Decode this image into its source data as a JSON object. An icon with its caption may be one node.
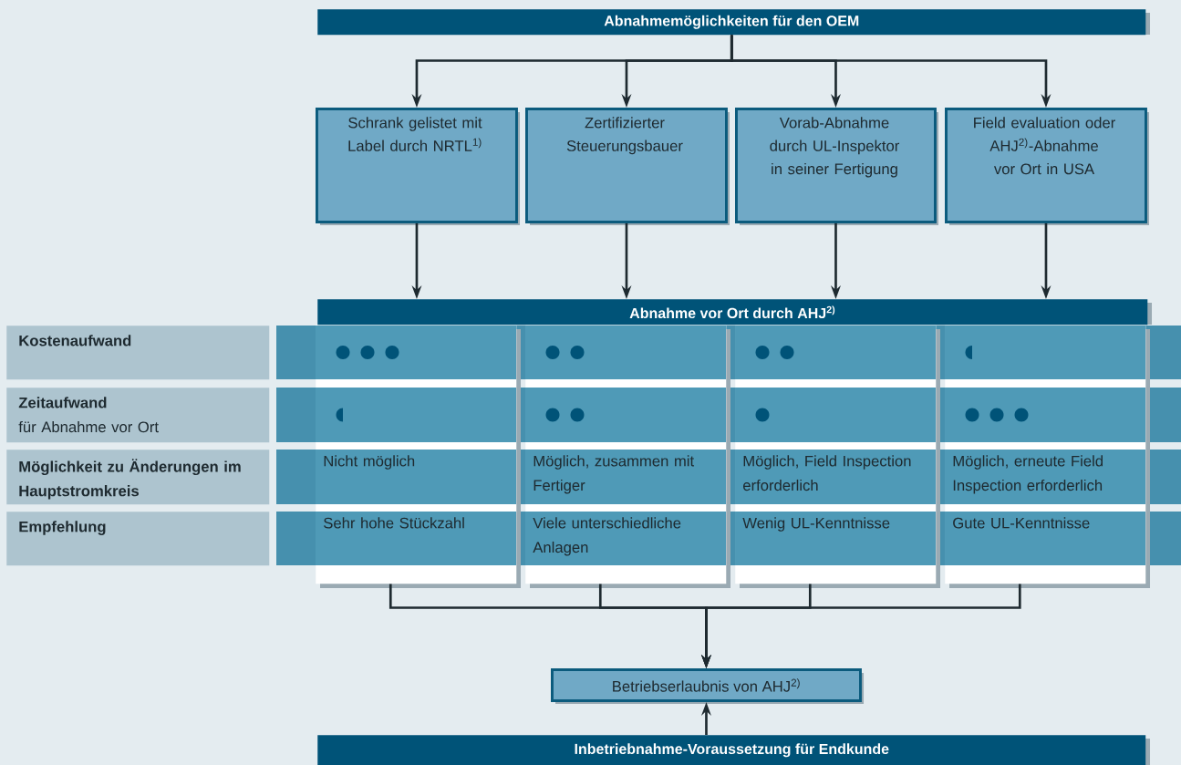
{
  "diagram": {
    "nodes": [
      {
        "text": [
          "Abnahmemöglichkeiten für den OEM"
        ]
      },
      {
        "text": [
          "Schrank gelistet mit Label durch NRTL$^{1)}$"
        ]
      },
      {
        "text": [
          "Zertifizierter Steuerungsbauer"
        ]
      },
      {
        "text": [
          "Vorab-Abnahme durch UL-Inspektor in seiner Fertigung"
        ]
      },
      {
        "text": [
          "Field evaluation oder AHJ$^{2)}$-Abnahme vor Ort in USA"
        ]
      },
      {
        "text": [
          "Abnahme vor Ort durch AHJ$^{2)}$"
        ]
      },
      {
        "text": [
          "Kostenaufwand"
        ]
      },
      {
        "text": [
          "Zeitaufwand",
          "für Abnahme vor Ort"
        ]
      },
      {
        "text": [
          "Möglichkeit zu Änderungen im Hauptstromkreis"
        ]
      },
      {
        "text": [
          "Empfehlung"
        ]
      },
      {
        "text": [
          "Nicht möglich",
          "Sehr hohe Stückzahl"
        ]
      },
      {
        "text": [
          "Möglich, zusammen mit Fertiger",
          "Viele unterschiedliche Anlagen"
        ]
      },
      {
        "text": [
          "Möglich, Field Inspection erforderlich",
          "Wenig UL-Kenntnisse"
        ]
      },
      {
        "text": [
          "Möglich, erneute Field Inspection erforderlich",
          "Gute UL-Kenntnisse"
        ]
      },
      {
        "text": [
          "Betriebserlaubnis von AHJ$^{2)}$"
        ]
      },
      {
        "text": [
          "Inbetriebnahme-Voraussetzung für Endkunde"
        ]
      }
    ],
    "edges": [
      {
        "from": 0,
        "to": 1,
        "arrow": "to"
      },
      {
        "from": 0,
        "to": 2,
        "arrow": "to"
      },
      {
        "from": 0,
        "to": 3,
        "arrow": "to"
      },
      {
        "from": 0,
        "to": 4,
        "arrow": "to"
      },
      {
        "from": 1,
        "to": 5,
        "arrow": "to"
      },
      {
        "from": 2,
        "to": 5,
        "arrow": "to"
      },
      {
        "from": 3,
        "to": 5,
        "arrow": "to"
      },
      {
        "from": 4,
        "to": 5,
        "arrow": "to"
      },
      {
        "from": 10,
        "to": 14,
        "arrow": "to"
      },
      {
        "from": 11,
        "to": 14,
        "arrow": "to"
      },
      {
        "from": 12,
        "to": 14,
        "arrow": "to"
      },
      {
        "from": 13,
        "to": 14,
        "arrow": "to"
      },
      {
        "from": 15,
        "to": 14,
        "arrow": "to"
      }
    ]
  }
}
